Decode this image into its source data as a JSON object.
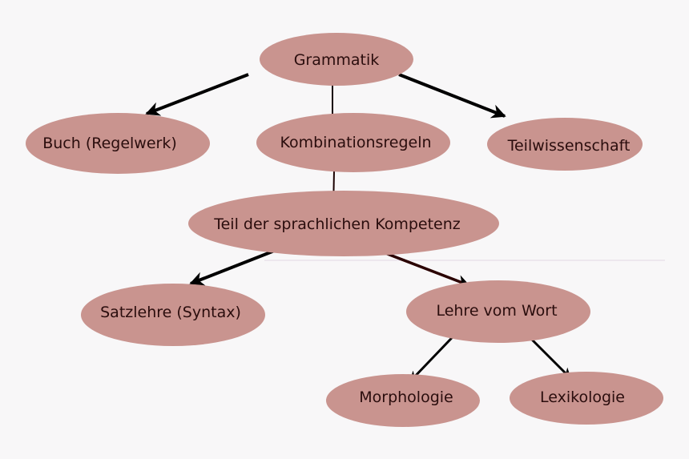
{
  "diagram": {
    "node_color": "#c9948f",
    "text_color": "#2a0d0d",
    "edge_color": "#000000",
    "nodes": {
      "grammatik": "Grammatik",
      "buch": "Buch (Regelwerk)",
      "kombinationsregeln": "Kombinationsregeln",
      "teilwissenschaft": "Teilwissenschaft",
      "kompetenz": "Teil der sprachlichen Kompetenz",
      "satzlehre": "Satzlehre (Syntax)",
      "lehre": "Lehre vom Wort",
      "morphologie": "Morphologie",
      "lexikologie": "Lexikologie"
    },
    "edges": [
      {
        "from": "grammatik",
        "to": "buch"
      },
      {
        "from": "grammatik",
        "to": "kombinationsregeln"
      },
      {
        "from": "grammatik",
        "to": "teilwissenschaft"
      },
      {
        "from": "kombinationsregeln",
        "to": "kompetenz"
      },
      {
        "from": "kompetenz",
        "to": "satzlehre"
      },
      {
        "from": "kompetenz",
        "to": "lehre"
      },
      {
        "from": "lehre",
        "to": "morphologie"
      },
      {
        "from": "lehre",
        "to": "lexikologie"
      }
    ]
  }
}
